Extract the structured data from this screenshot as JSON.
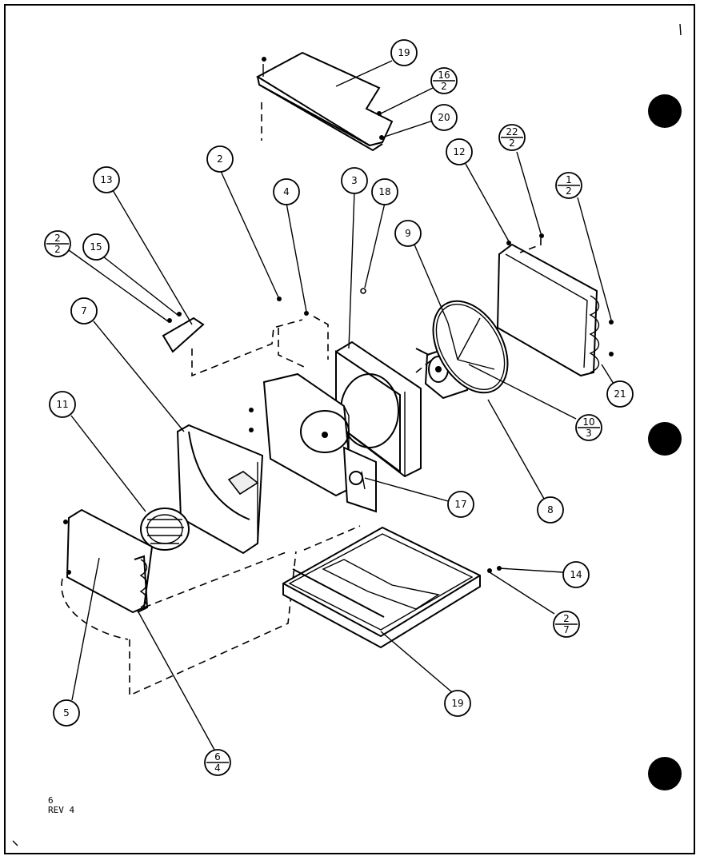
{
  "callouts": [
    {
      "id": "c-19-top",
      "label": "19"
    },
    {
      "id": "c-16-2",
      "top": "16",
      "bottom": "2"
    },
    {
      "id": "c-20",
      "label": "20"
    },
    {
      "id": "c-22-2",
      "top": "22",
      "bottom": "2"
    },
    {
      "id": "c-12",
      "label": "12"
    },
    {
      "id": "c-1-2",
      "top": "1",
      "bottom": "2"
    },
    {
      "id": "c-2",
      "label": "2"
    },
    {
      "id": "c-4",
      "label": "4"
    },
    {
      "id": "c-3",
      "label": "3"
    },
    {
      "id": "c-18",
      "label": "18"
    },
    {
      "id": "c-9",
      "label": "9"
    },
    {
      "id": "c-13",
      "label": "13"
    },
    {
      "id": "c-2-2",
      "top": "2",
      "bottom": "2"
    },
    {
      "id": "c-15",
      "label": "15"
    },
    {
      "id": "c-7",
      "label": "7"
    },
    {
      "id": "c-21",
      "label": "21"
    },
    {
      "id": "c-10-3",
      "top": "10",
      "bottom": "3"
    },
    {
      "id": "c-11",
      "label": "11"
    },
    {
      "id": "c-17",
      "label": "17"
    },
    {
      "id": "c-8",
      "label": "8"
    },
    {
      "id": "c-14",
      "label": "14"
    },
    {
      "id": "c-2-7",
      "top": "2",
      "bottom": "7"
    },
    {
      "id": "c-19-bottom",
      "label": "19"
    },
    {
      "id": "c-5",
      "label": "5"
    },
    {
      "id": "c-6-4",
      "top": "6",
      "bottom": "4"
    }
  ],
  "footer": {
    "page": "6",
    "revision": "REV 4"
  }
}
